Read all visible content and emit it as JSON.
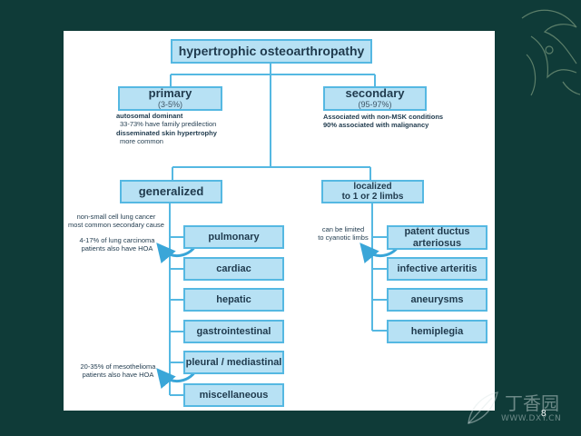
{
  "diagram": {
    "title": "hypertrophic osteoarthropathy",
    "primary": {
      "label": "primary",
      "range": "(3-5%)",
      "notes": [
        "autosomal dominant",
        "33-73% have family predilection",
        "disseminated skin hypertrophy",
        "more common"
      ]
    },
    "secondary": {
      "label": "secondary",
      "range": "(95-97%)",
      "notes": [
        "Associated with non-MSK conditions",
        "90% associated with malignancy"
      ]
    },
    "generalized": {
      "label": "generalized",
      "note_top": [
        "non-small cell lung cancer",
        "most common secondary cause"
      ],
      "note_lung": [
        "4-17% of lung carcinoma",
        "patients also have HOA"
      ],
      "note_meso": [
        "20-35% of mesothelioma",
        "patients also have HOA"
      ],
      "items": [
        "pulmonary",
        "cardiac",
        "hepatic",
        "gastrointestinal",
        "pleural / mediastinal",
        "miscellaneous"
      ]
    },
    "localized": {
      "label_line1": "localized",
      "label_line2": "to 1 or 2 limbs",
      "note": [
        "can be limited",
        "to cyanotic limbs"
      ],
      "items": [
        [
          "patent ductus",
          "arteriosus"
        ],
        [
          "infective arteritis"
        ],
        [
          "aneurysms"
        ],
        [
          "hemiplegia"
        ]
      ]
    }
  },
  "slide": {
    "page_number": "8",
    "watermark_cn": "丁香园",
    "watermark_url": "WWW.DXY.CN"
  }
}
